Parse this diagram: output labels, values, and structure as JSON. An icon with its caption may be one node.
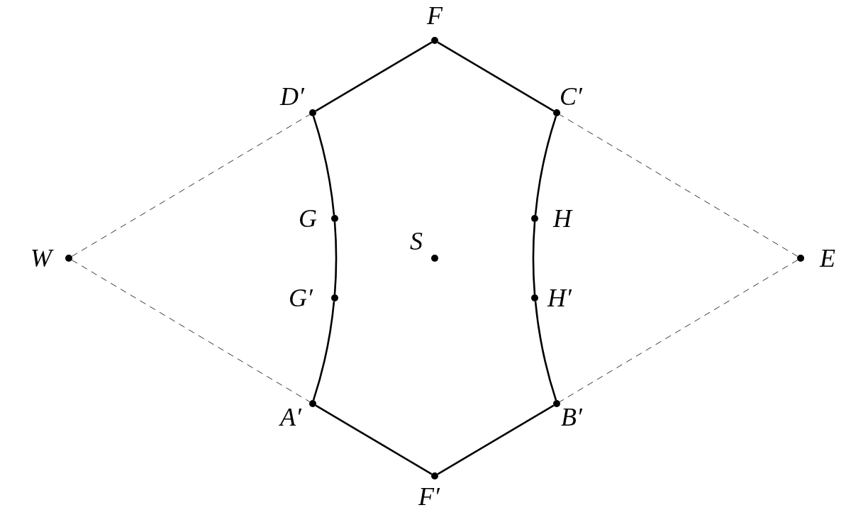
{
  "diagram": {
    "nodes": [
      {
        "text": [
          "F"
        ]
      },
      {
        "text": [
          "D′"
        ]
      },
      {
        "text": [
          "C′"
        ]
      },
      {
        "text": [
          "G"
        ]
      },
      {
        "text": [
          "H"
        ]
      },
      {
        "text": [
          "W"
        ]
      },
      {
        "text": [
          "S"
        ]
      },
      {
        "text": [
          "E"
        ]
      },
      {
        "text": [
          "G′"
        ]
      },
      {
        "text": [
          "H′"
        ]
      },
      {
        "text": [
          "A′"
        ]
      },
      {
        "text": [
          "B′"
        ]
      },
      {
        "text": [
          "F′"
        ]
      }
    ],
    "edges": [
      {
        "from": 0,
        "to": 1,
        "arrow": "none"
      },
      {
        "from": 0,
        "to": 2,
        "arrow": "none"
      },
      {
        "from": 1,
        "to": 3,
        "arrow": "none"
      },
      {
        "from": 3,
        "to": 8,
        "arrow": "none"
      },
      {
        "from": 8,
        "to": 10,
        "arrow": "none"
      },
      {
        "from": 10,
        "to": 12,
        "arrow": "none"
      },
      {
        "from": 12,
        "to": 11,
        "arrow": "none"
      },
      {
        "from": 11,
        "to": 9,
        "arrow": "none"
      },
      {
        "from": 9,
        "to": 4,
        "arrow": "none"
      },
      {
        "from": 4,
        "to": 2,
        "arrow": "none"
      },
      {
        "from": 5,
        "to": 1,
        "arrow": "none",
        "style": "dashed"
      },
      {
        "from": 5,
        "to": 10,
        "arrow": "none",
        "style": "dashed"
      },
      {
        "from": 7,
        "to": 2,
        "arrow": "none",
        "style": "dashed"
      },
      {
        "from": 7,
        "to": 11,
        "arrow": "none",
        "style": "dashed"
      }
    ]
  }
}
